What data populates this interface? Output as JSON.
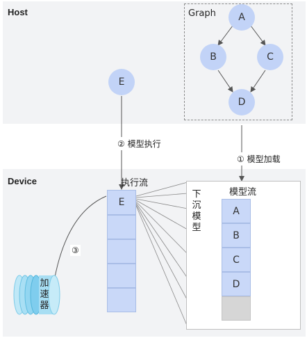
{
  "host": {
    "title": "Host"
  },
  "device": {
    "title": "Device"
  },
  "graph": {
    "title": "Graph",
    "nodes": [
      "A",
      "B",
      "C",
      "D"
    ]
  },
  "host_node": "E",
  "step2": {
    "num": "②",
    "label": "模型执行"
  },
  "step1": {
    "num": "①",
    "label": "模型加载"
  },
  "step3": {
    "num": "③"
  },
  "exec_stream": {
    "title": "执行流",
    "first_cell": "E"
  },
  "model_stream": {
    "title": "模型流",
    "cells": [
      "A",
      "B",
      "C",
      "D"
    ]
  },
  "sink_label": [
    "下",
    "沉",
    "模",
    "型"
  ],
  "accelerator": [
    "加",
    "速",
    "器"
  ]
}
